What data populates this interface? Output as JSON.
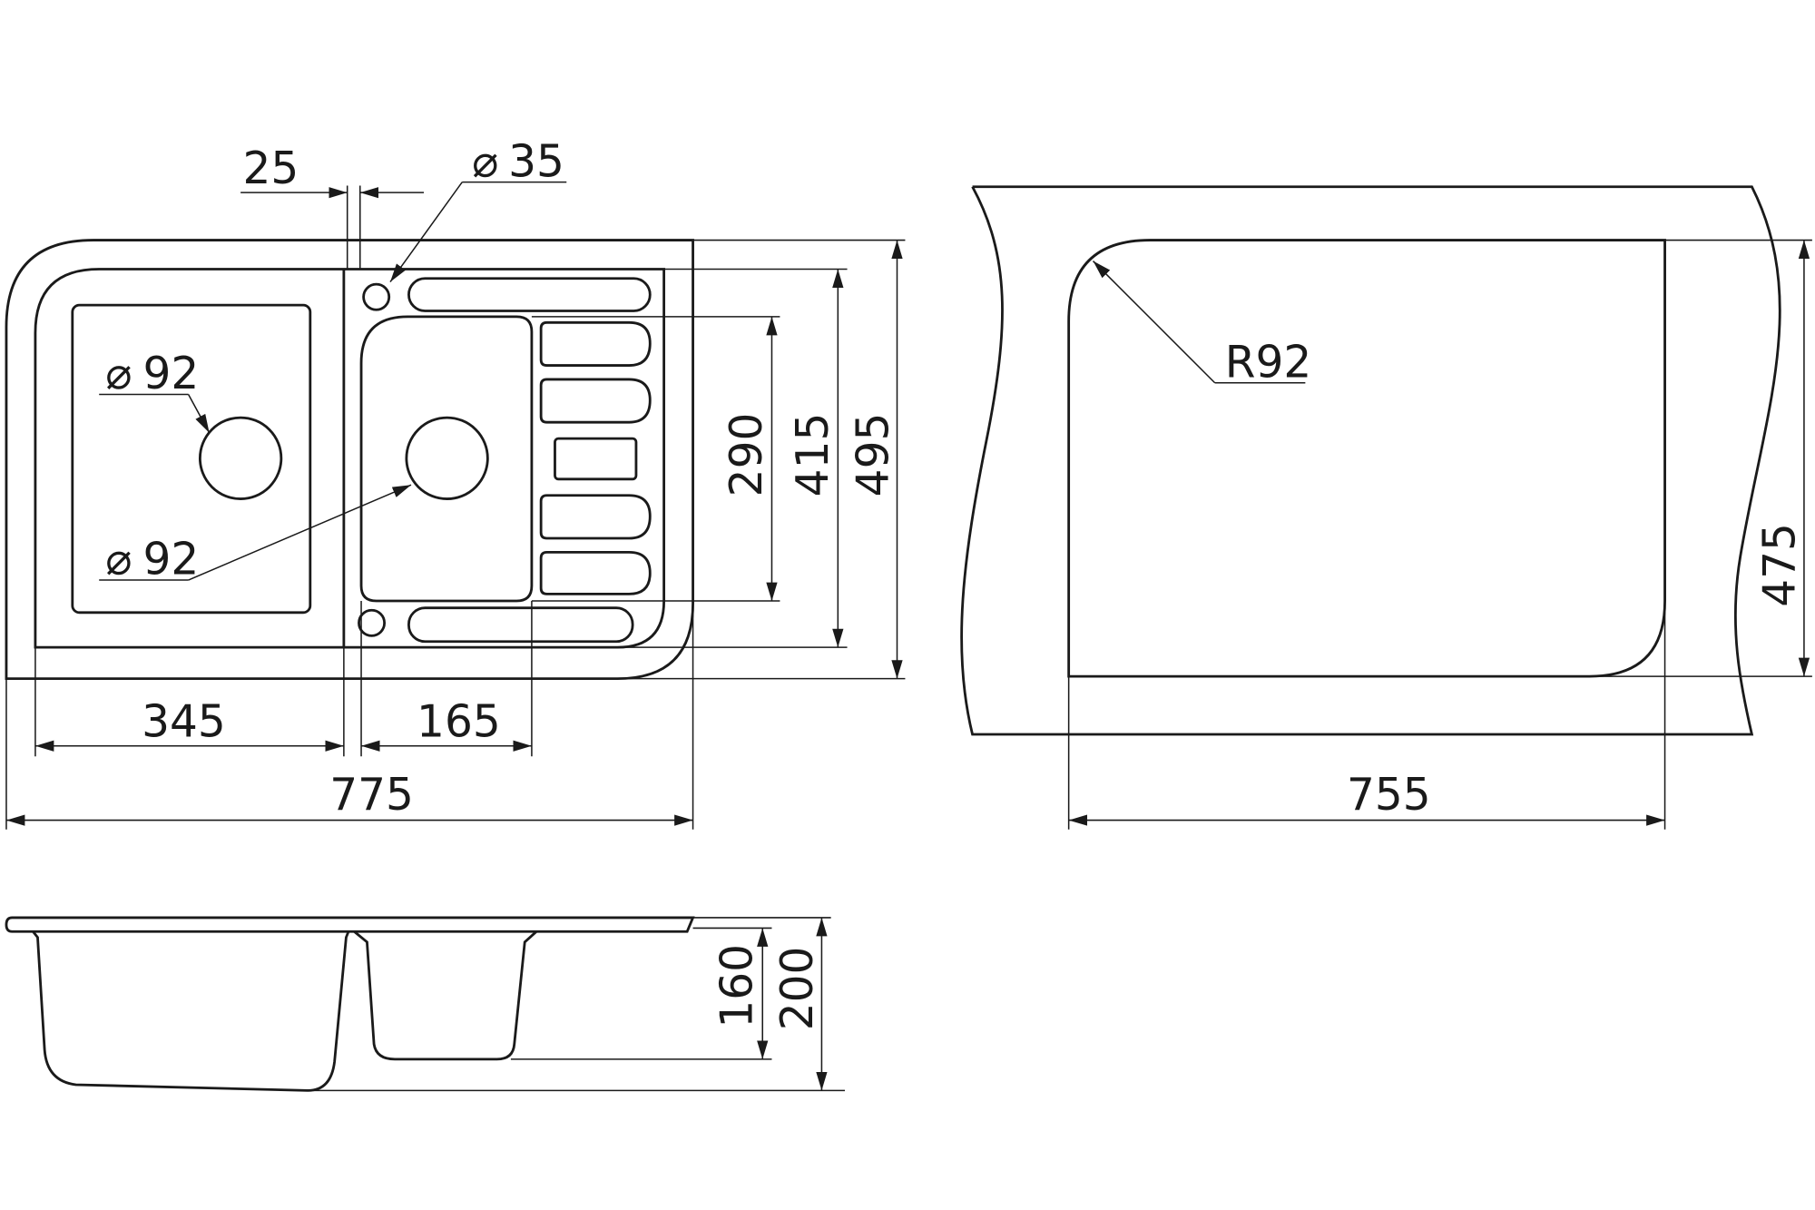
{
  "drawing": {
    "top_view": {
      "rim_offset": "25",
      "tap_hole_diameter": "35",
      "drain_left_diameter": "92",
      "drain_right_diameter": "92",
      "diameter_symbol": "⌀",
      "small_bowl_depth": "290",
      "inner_depth": "415",
      "overall_depth": "495",
      "large_bowl_width": "345",
      "small_bowl_width": "165",
      "overall_width": "775"
    },
    "cutout_view": {
      "corner_radius": "R92",
      "cutout_depth": "475",
      "cutout_width": "755"
    },
    "side_view": {
      "bowl_depth": "160",
      "overall_height": "200"
    }
  }
}
